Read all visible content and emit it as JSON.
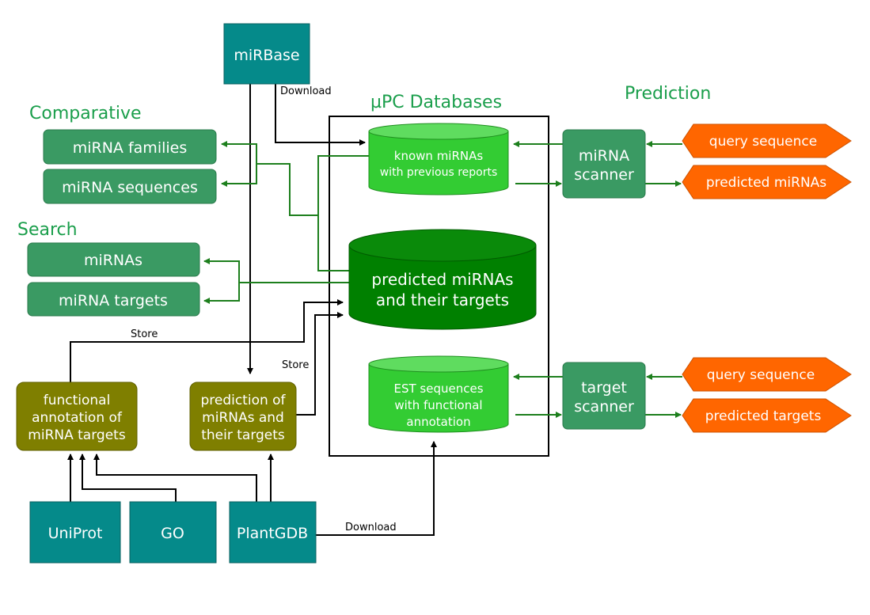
{
  "sections": {
    "comparative": "Comparative",
    "search": "Search",
    "databases": "µPC Databases",
    "prediction": "Prediction"
  },
  "sources": {
    "mirbase": "miRBase",
    "uniprot": "UniProt",
    "go": "GO",
    "plantgdb": "PlantGDB"
  },
  "comparative_items": [
    "miRNA families",
    "miRNA sequences"
  ],
  "search_items": [
    "miRNAs",
    "miRNA targets"
  ],
  "databases": {
    "known": [
      "known miRNAs",
      "with previous reports"
    ],
    "predicted": [
      "predicted miRNAs",
      "and their targets"
    ],
    "est": [
      "EST sequences",
      "with functional",
      "annotation"
    ]
  },
  "processes": {
    "functional": [
      "functional",
      "annotation of",
      "miRNA targets"
    ],
    "prediction": [
      "prediction of",
      "miRNAs and",
      "their targets"
    ]
  },
  "scanners": {
    "mirna": [
      "miRNA",
      "scanner"
    ],
    "target": [
      "target",
      "scanner"
    ]
  },
  "io_tags": {
    "query1": "query sequence",
    "predicted_mirnas": "predicted miRNAs",
    "query2": "query sequence",
    "predicted_targets": "predicted targets"
  },
  "edge_labels": {
    "download_mirbase": "Download",
    "store_functional": "Store",
    "store_prediction": "Store",
    "download_plantgdb": "Download"
  },
  "colors": {
    "teal": "#058a8a",
    "mid_green": "#3a9a63",
    "bright_green": "#33cc33",
    "dark_green": "#008000",
    "olive": "#7f7f00",
    "orange": "#ff6600",
    "heading_green": "#1a9e4b",
    "connector_green": "#1d7f1d"
  }
}
